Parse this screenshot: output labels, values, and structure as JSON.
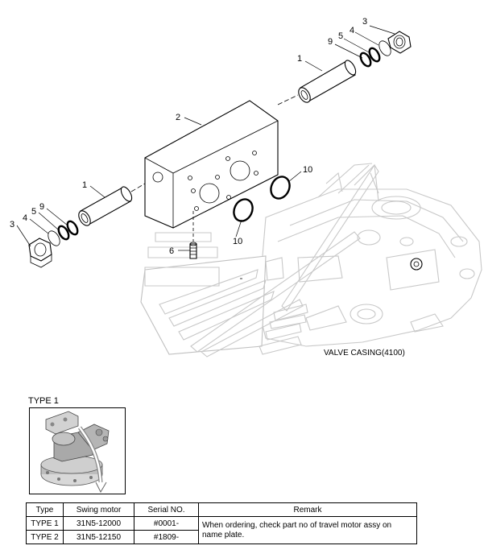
{
  "callouts": {
    "c1a": "1",
    "c1b": "1",
    "c2": "2",
    "c3a": "3",
    "c3b": "3",
    "c4a": "4",
    "c4b": "4",
    "c5a": "5",
    "c5b": "5",
    "c9a": "9",
    "c9b": "9",
    "c10a": "10",
    "c10b": "10",
    "c6": "6"
  },
  "housing_caption": "VALVE CASING(4100)",
  "type_section": {
    "title": "TYPE 1"
  },
  "table": {
    "headers": [
      "Type",
      "Swing motor",
      "Serial NO.",
      "Remark"
    ],
    "rows": [
      [
        "TYPE 1",
        "31N5-12000",
        "#0001-"
      ],
      [
        "TYPE 2",
        "31N5-12150",
        "#1809-"
      ]
    ],
    "remark": "When ordering, check part no of travel motor assy on name plate."
  }
}
